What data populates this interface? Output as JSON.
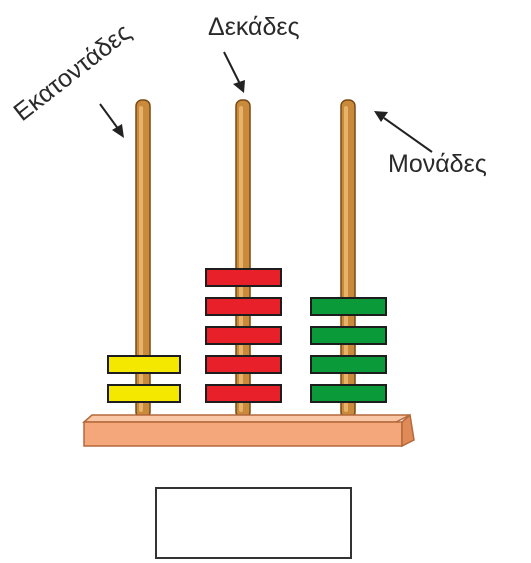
{
  "labels": {
    "hundreds": "Εκατοντάδες",
    "tens": "Δεκάδες",
    "units": "Μονάδες"
  },
  "rods": [
    {
      "place": "hundreds",
      "beads": 2,
      "color": "#f5e800"
    },
    {
      "place": "tens",
      "beads": 5,
      "color": "#e8202a"
    },
    {
      "place": "units",
      "beads": 4,
      "color": "#0a9a3a"
    }
  ],
  "base_color": "#f4a77a",
  "rod_color": "#c98a3c",
  "answer_box": {
    "value": ""
  }
}
